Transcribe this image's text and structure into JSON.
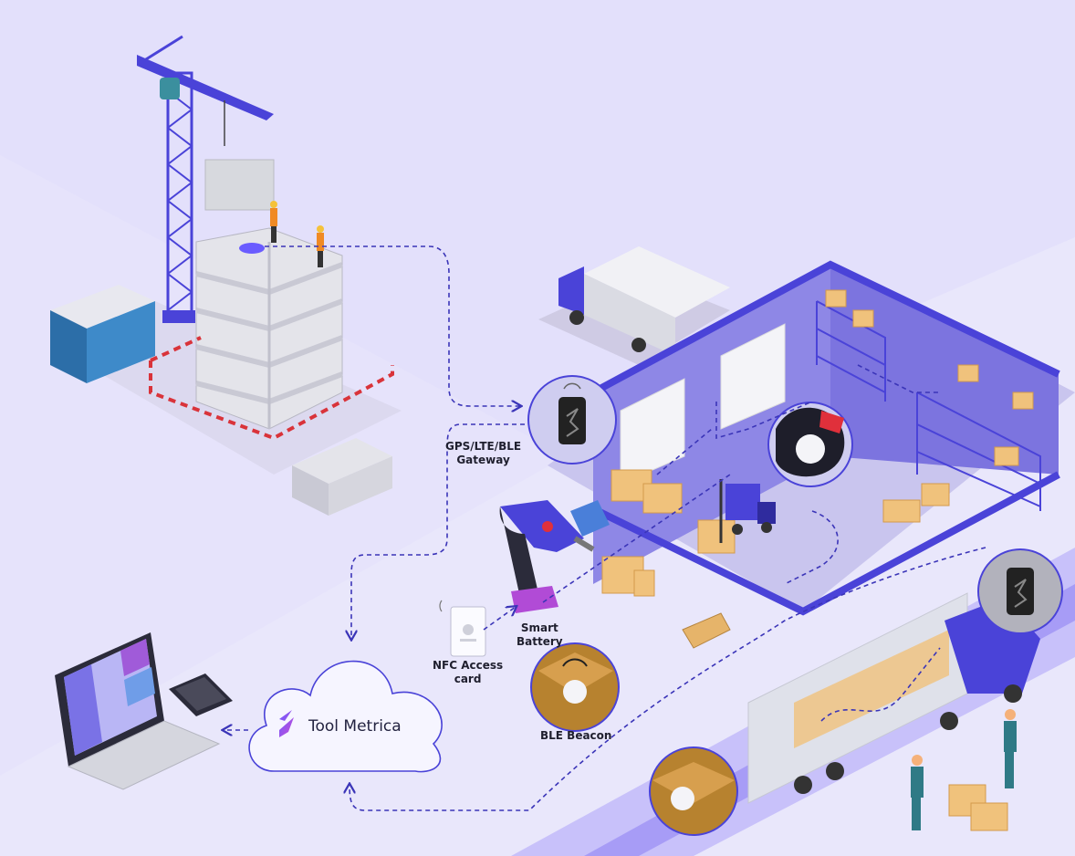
{
  "labels": {
    "gateway_line1": "GPS/LTE/BLE",
    "gateway_line2": "Gateway",
    "nfc_line1": "NFC Access",
    "nfc_line2": "card",
    "battery_line1": "Smart",
    "battery_line2": "Battery",
    "beacon": "BLE Beacon"
  },
  "cloud": {
    "brand_name": "Tool Metrica"
  },
  "colors": {
    "background": "#e9e7fb",
    "accent": "#4a43d8",
    "connector": "#3b35b8",
    "box": "#f0c27c",
    "brand_gradient_start": "#6a5cff",
    "brand_gradient_end": "#c84bd6"
  },
  "icons": [
    "crane-icon",
    "building-icon",
    "truck-icon",
    "warehouse-icon",
    "forklift-icon",
    "drill-icon",
    "laptop-icon",
    "tablet-icon",
    "cloud-icon",
    "gateway-icon",
    "beacon-icon",
    "worker-icon"
  ]
}
